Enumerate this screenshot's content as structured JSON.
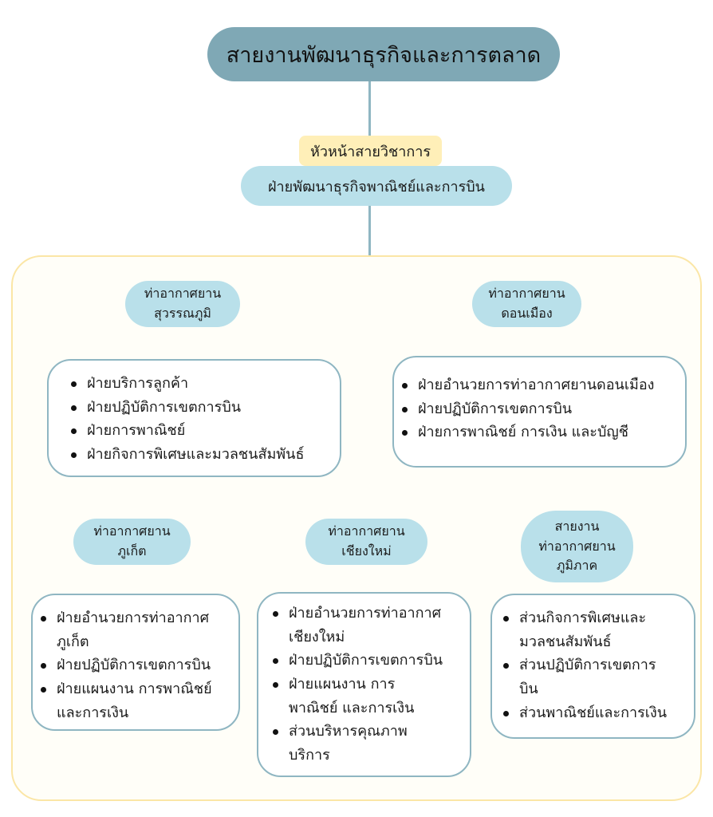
{
  "title": "สายงานพัฒนาธุรกิจและการตลาด",
  "head_label": "หัวหน้าสายวิชาการ",
  "department": "ฝ่ายพัฒนาธุรกิจพาณิชย์และการบิน",
  "airports": [
    {
      "name": "ท่าอากาศยาน\nสุวรรณภูมิ",
      "units": [
        "ฝ่ายบริการลูกค้า",
        "ฝ่ายปฏิบัติการเขตการบิน",
        "ฝ่ายการพาณิชย์",
        "ฝ่ายกิจการพิเศษและมวลชนสัมพันธ์"
      ]
    },
    {
      "name": "ท่าอากาศยาน\nดอนเมือง",
      "units": [
        "ฝ่ายอำนวยการท่าอากาศยานดอนเมือง",
        "ฝ่ายปฏิบัติการเขตการบิน",
        "ฝ่ายการพาณิชย์ การเงิน และบัญชี"
      ]
    },
    {
      "name": "ท่าอากาศยาน\nภูเก็ต",
      "units": [
        "ฝ่ายอำนวยการท่าอากาศ\nภูเก็ต",
        "ฝ่ายปฏิบัติการเขตการบิน",
        "ฝ่ายแผนงาน การพาณิชย์\nและการเงิน"
      ]
    },
    {
      "name": "ท่าอากาศยาน\nเชียงใหม่",
      "units": [
        "ฝ่ายอำนวยการท่าอากาศ\nเชียงใหม่",
        "ฝ่ายปฏิบัติการเขตการบิน",
        "ฝ่ายแผนงาน การ\nพาณิชย์ และการเงิน",
        "ส่วนบริหารคุณภาพ\nบริการ"
      ]
    },
    {
      "name": "สายงาน\nท่าอากาศยาน\nภูมิภาค",
      "units": [
        "ส่วนกิจการพิเศษและ\nมวลชนสัมพันธ์",
        "ส่วนปฏิบัติการเขตการ\nบิน",
        "ส่วนพาณิชย์และการเงิน"
      ]
    }
  ]
}
